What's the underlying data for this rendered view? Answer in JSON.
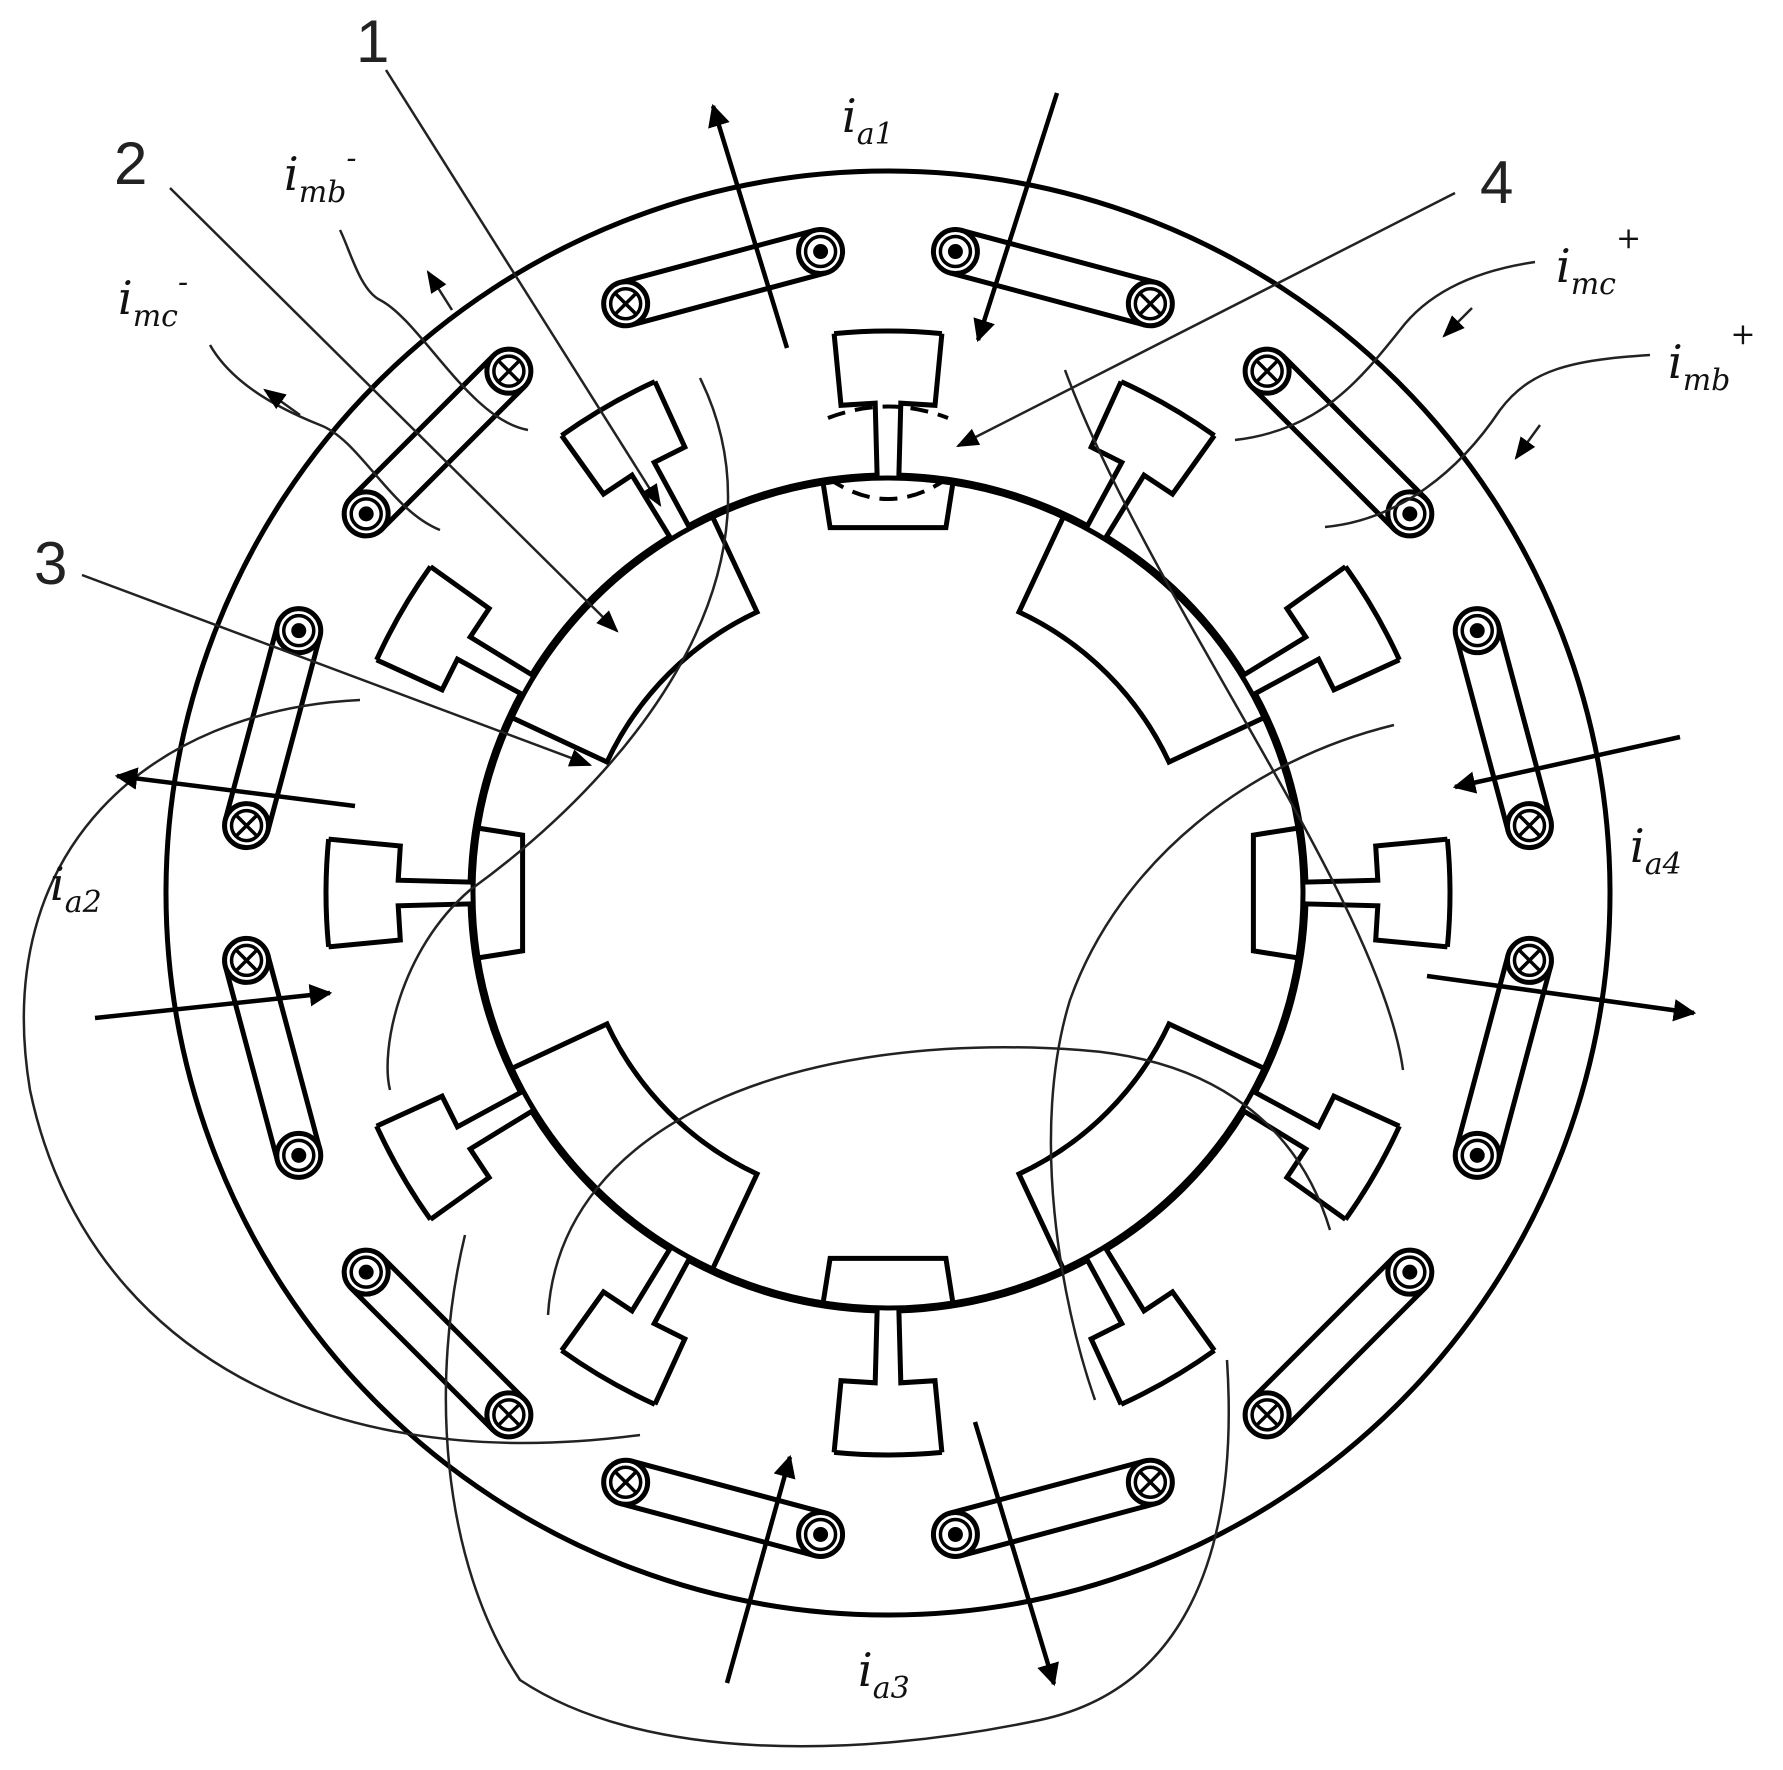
{
  "part_labels": [
    "1",
    "2",
    "3",
    "4"
  ],
  "currents": {
    "ia1": {
      "main": "i",
      "sub": "a1"
    },
    "ia2": {
      "main": "i",
      "sub": "a2"
    },
    "ia3": {
      "main": "i",
      "sub": "a3"
    },
    "ia4": {
      "main": "i",
      "sub": "a4"
    },
    "imb_minus": {
      "main": "i",
      "sub": "mb",
      "sup": "-"
    },
    "imc_minus": {
      "main": "i",
      "sub": "mc",
      "sup": "-"
    },
    "imc_plus": {
      "main": "i",
      "sub": "mc",
      "sup": "+"
    },
    "imb_plus": {
      "main": "i",
      "sub": "mb",
      "sup": "+"
    }
  },
  "conductor_symbols": {
    "out": "dot",
    "in": "cross"
  },
  "colors": {
    "line": "#000000",
    "background": "#ffffff"
  }
}
